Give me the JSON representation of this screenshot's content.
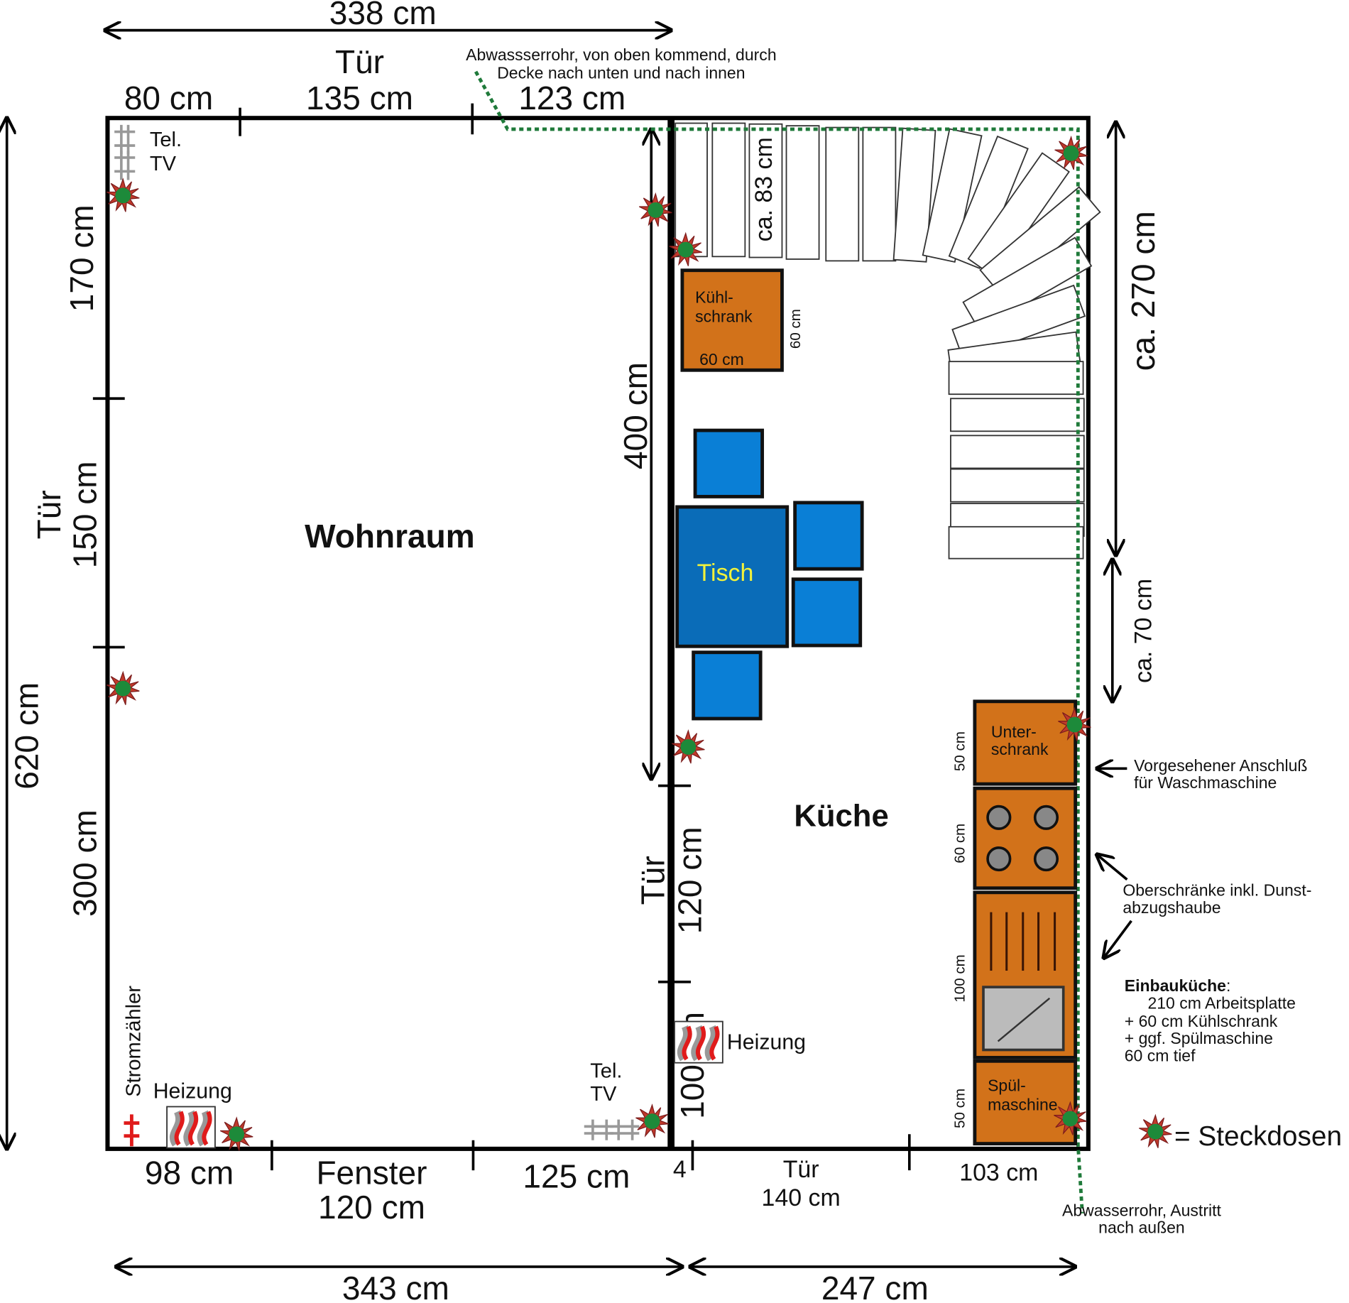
{
  "dims": {
    "top_total": "338 cm",
    "top_door_label": "Tür",
    "top_left": "80 cm",
    "top_door": "135 cm",
    "top_right": "123 cm",
    "left_total": "620 cm",
    "left_top": "170 cm",
    "left_door_label": "Tür",
    "left_door": "150 cm",
    "left_bottom": "300 cm",
    "inner_wall": "400 cm",
    "inner_door_label": "Tür",
    "inner_door": "120 cm",
    "inner_bottom": "100 cm",
    "bottom_left": "98 cm",
    "window_label": "Fenster",
    "window": "120 cm",
    "bottom_mid": "125 cm",
    "bottom_4": "4",
    "kitchen_door_label": "Tür",
    "kitchen_door": "140 cm",
    "bottom_right": "103 cm",
    "bottom_total_left": "343 cm",
    "bottom_total_right": "247 cm",
    "right_stairs": "ca. 270 cm",
    "right_gap": "ca. 70 cm",
    "stair_width": "ca. 83 cm"
  },
  "rooms": {
    "living": "Wohnraum",
    "kitchen": "Küche"
  },
  "fixtures": {
    "tel": "Tel.",
    "tv": "TV",
    "meter": "Stromzähler",
    "heating": "Heizung",
    "fridge": "Kühl-\nschrank",
    "fridge_l1": "Kühl-",
    "fridge_l2": "schrank",
    "fridge_w": "60 cm",
    "fridge_d": "60 cm",
    "table": "Tisch",
    "under_l1": "Unter-",
    "under_l2": "schrank",
    "dish_l1": "Spül-",
    "dish_l2": "maschine",
    "k_50a": "50 cm",
    "k_60": "60 cm",
    "k_100": "100 cm",
    "k_50b": "50 cm"
  },
  "notes": {
    "pipe_top_1": "Abwassserrohr, von oben kommend, durch",
    "pipe_top_2": "Decke nach unten und nach innen",
    "washer_1": "Vorgesehener Anschluß",
    "washer_2": "für Waschmaschine",
    "upper_1": "Oberschränke inkl. Dunst-",
    "upper_2": "abzugshaube",
    "kitchen_title": "Einbauküche",
    "kitchen_colon": ":",
    "kitchen_1": "210 cm Arbeitsplatte",
    "kitchen_2": "+   60 cm Kühlschrank",
    "kitchen_3": "+   ggf. Spülmaschine",
    "kitchen_4": "60 cm tief",
    "pipe_out_1": "Abwasserrohr, Austritt",
    "pipe_out_2": "nach außen",
    "legend": "= Steckdosen"
  },
  "colors": {
    "cabinet": "#d2721a",
    "chair": "#0a7fd6",
    "table": "#0a6cb8",
    "socket": "#1d8a3a",
    "pipe": "#1f7a3a"
  }
}
